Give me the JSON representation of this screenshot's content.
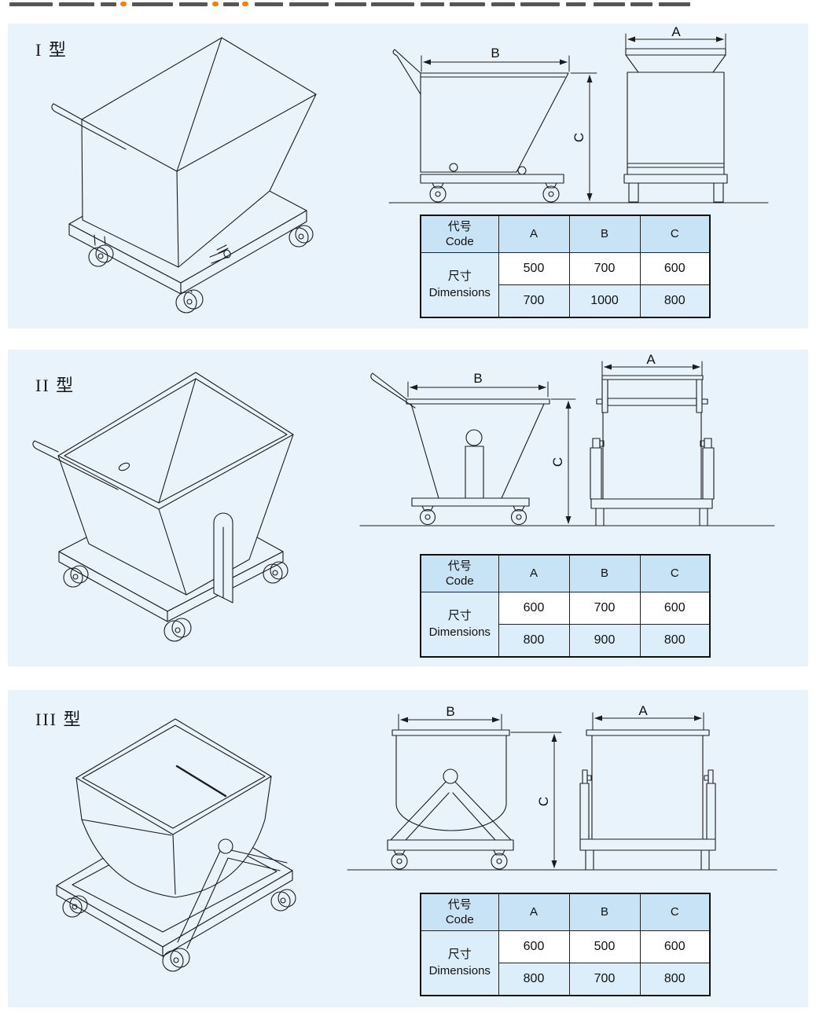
{
  "page": {
    "colors": {
      "panel_background": "#e8f3fb",
      "drawing_line": "#1c1c1c",
      "table_header": "#c7e3f5",
      "table_alt_row": "#dceef9",
      "header_fragment": "#55565a",
      "header_accent": "#f08300"
    }
  },
  "panels": [
    {
      "type_label": "I 型",
      "dims": {
        "a": "A",
        "b": "B",
        "c": "C"
      },
      "table": {
        "header": {
          "code_cn": "代号",
          "code_en": "Code",
          "cols": [
            "A",
            "B",
            "C"
          ]
        },
        "row_label": {
          "cn": "尺寸",
          "en": "Dimensions"
        },
        "rows": [
          [
            "500",
            "700",
            "600"
          ],
          [
            "700",
            "1000",
            "800"
          ]
        ]
      }
    },
    {
      "type_label": "II 型",
      "dims": {
        "a": "A",
        "b": "B",
        "c": "C"
      },
      "table": {
        "header": {
          "code_cn": "代号",
          "code_en": "Code",
          "cols": [
            "A",
            "B",
            "C"
          ]
        },
        "row_label": {
          "cn": "尺寸",
          "en": "Dimensions"
        },
        "rows": [
          [
            "600",
            "700",
            "600"
          ],
          [
            "800",
            "900",
            "800"
          ]
        ]
      }
    },
    {
      "type_label": "III 型",
      "dims": {
        "a": "A",
        "b": "B",
        "c": "C"
      },
      "table": {
        "header": {
          "code_cn": "代号",
          "code_en": "Code",
          "cols": [
            "A",
            "B",
            "C"
          ]
        },
        "row_label": {
          "cn": "尺寸",
          "en": "Dimensions"
        },
        "rows": [
          [
            "600",
            "500",
            "600"
          ],
          [
            "800",
            "700",
            "800"
          ]
        ]
      }
    }
  ]
}
